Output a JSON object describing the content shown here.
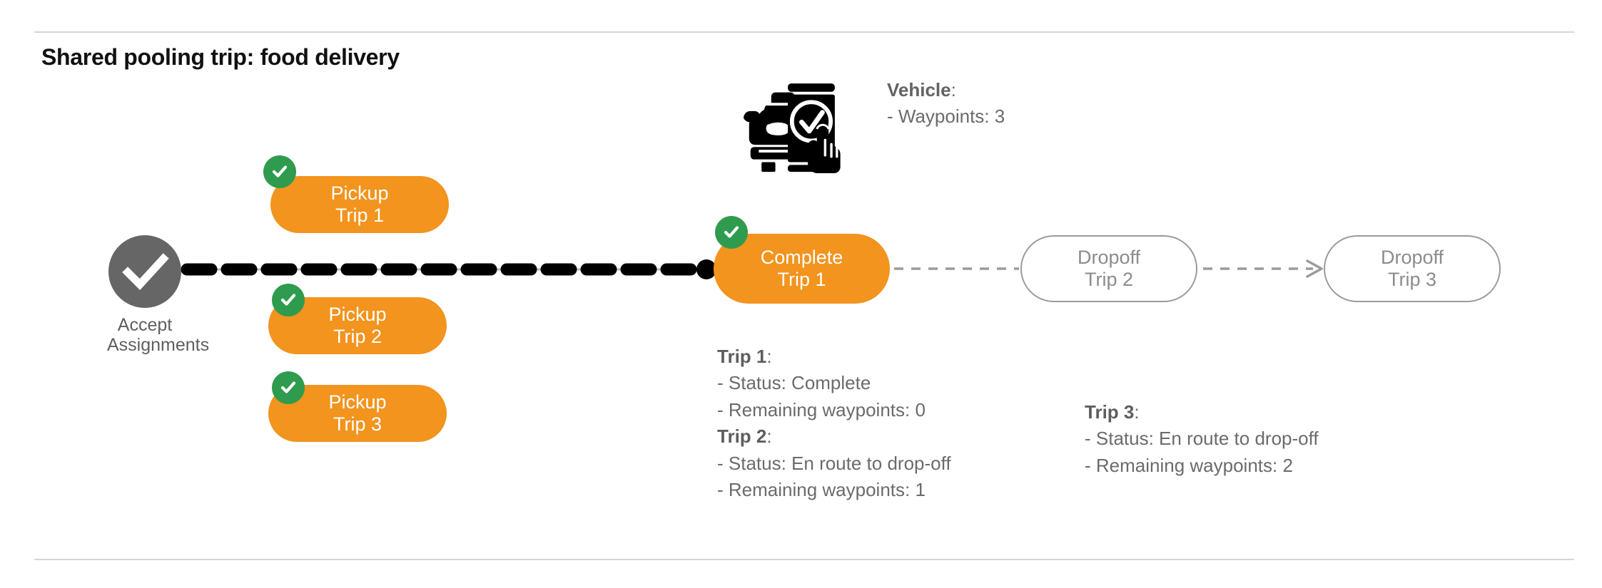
{
  "page": {
    "title": "Shared pooling trip: food delivery"
  },
  "accept_node": {
    "icon": "check-circle-icon",
    "label_line1": "Accept",
    "label_line2": "Assignments"
  },
  "pickups": [
    {
      "line1": "Pickup",
      "line2": "Trip 1",
      "badge": "check-badge-icon",
      "state": "done"
    },
    {
      "line1": "Pickup",
      "line2": "Trip 2",
      "badge": "check-badge-icon",
      "state": "done"
    },
    {
      "line1": "Pickup",
      "line2": "Trip 3",
      "badge": "check-badge-icon",
      "state": "done"
    }
  ],
  "complete_node": {
    "line1": "Complete",
    "line2": "Trip 1",
    "badge": "check-badge-icon",
    "state": "done"
  },
  "dropoffs": [
    {
      "line1": "Dropoff",
      "line2": "Trip 2",
      "state": "pending"
    },
    {
      "line1": "Dropoff",
      "line2": "Trip 3",
      "state": "pending"
    }
  ],
  "vehicle": {
    "icon": "car-phone-check-icon",
    "heading": "Vehicle",
    "colon": ":",
    "waypoints_line": "- Waypoints: 3"
  },
  "trip_status": {
    "left": [
      {
        "heading": "Trip 1",
        "colon": ":",
        "status_line": "- Status:  Complete",
        "waypoints_line": "- Remaining waypoints: 0"
      },
      {
        "heading": "Trip 2",
        "colon": ":",
        "status_line": "- Status:  En route to drop-off",
        "waypoints_line": "- Remaining waypoints: 1"
      }
    ],
    "right": [
      {
        "heading": "Trip 3",
        "colon": ":",
        "status_line": "- Status:  En route to drop-off",
        "waypoints_line": "- Remaining waypoints: 2"
      }
    ]
  },
  "colors": {
    "orange": "#F2941E",
    "green": "#2F9B4E",
    "gray_node": "#666666",
    "gray_text": "#6b6b6b",
    "outline": "#9b9b9b",
    "divider": "#d6d6d6",
    "black": "#000000"
  }
}
